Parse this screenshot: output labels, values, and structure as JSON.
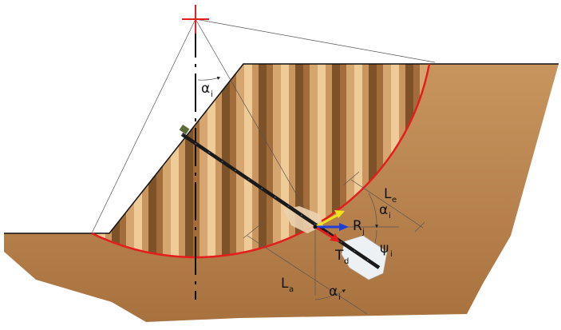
{
  "colors": {
    "soil": "#b07a45",
    "slip_surface": "#e41d1d",
    "center_cross": "#e41d1d",
    "vector_yellow": "#f2e21a",
    "vector_blue": "#1f3fd8",
    "vector_red": "#e41d1d"
  },
  "labels": {
    "alpha_top": {
      "main": "α",
      "sub": "i"
    },
    "L_e": {
      "main": "L",
      "sub": "e"
    },
    "alpha_right": {
      "main": "α",
      "sub": "i"
    },
    "R": {
      "main": "R",
      "sub": "j"
    },
    "T": {
      "main": "T",
      "sub": "d"
    },
    "psi": {
      "main": "ψ",
      "sub": "i"
    },
    "L_a": {
      "main": "L",
      "sub": "a"
    },
    "alpha_bottom": {
      "main": "α",
      "sub": "i"
    }
  }
}
